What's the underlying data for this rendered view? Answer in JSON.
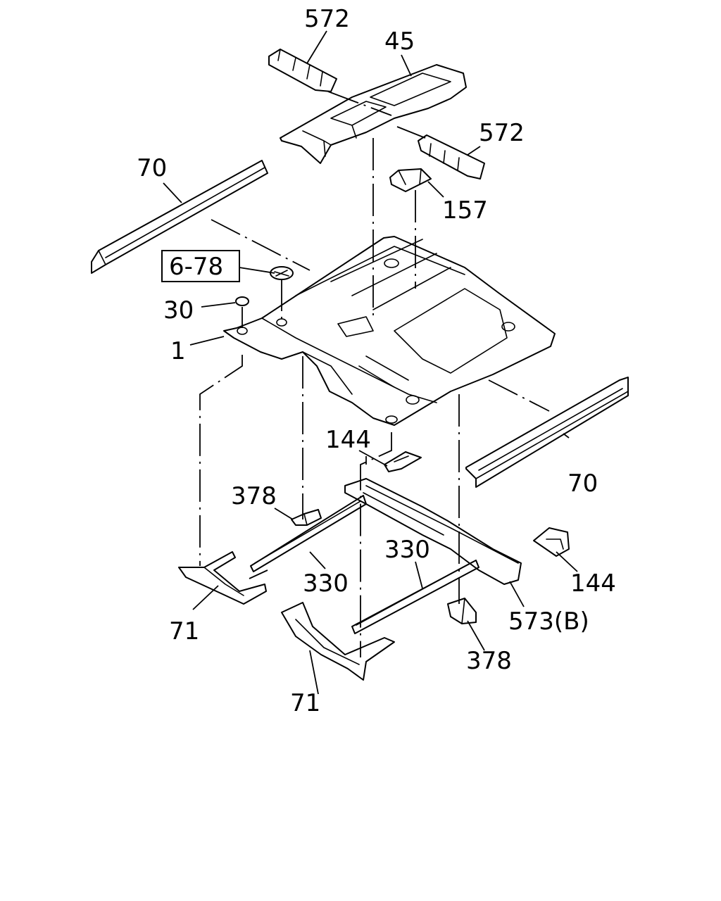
{
  "callouts": {
    "c572_top": "572",
    "c45": "45",
    "c572_right": "572",
    "c70_left": "70",
    "c157": "157",
    "c6_78": "6-78",
    "c30": "30",
    "c1": "1",
    "c144_mid": "144",
    "c70_right": "70",
    "c378_left": "378",
    "c330_left": "330",
    "c330_right": "330",
    "c144_right": "144",
    "c71_left": "71",
    "c573b": "573(B)",
    "c378_right": "378",
    "c71_bottom": "71"
  }
}
